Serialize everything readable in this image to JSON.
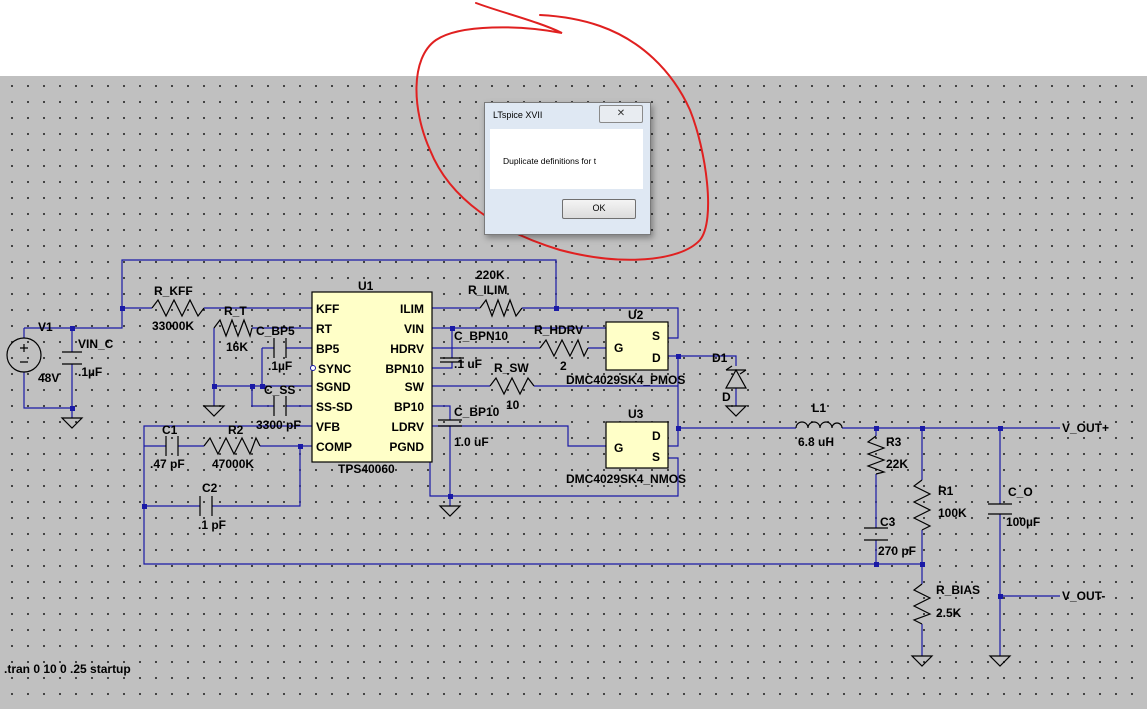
{
  "dialog": {
    "title": "LTspice XVII",
    "close_glyph": "✕",
    "message": "Duplicate definitions for t",
    "ok_label": "OK"
  },
  "directive": ".tran 0 10 0 .25 startup",
  "ic": {
    "ref": "U1",
    "part": "TPS40060",
    "pins_left": [
      "KFF",
      "RT",
      "BP5",
      "SYNC",
      "SGND",
      "SS-SD",
      "VFB",
      "COMP"
    ],
    "pins_right": [
      "ILIM",
      "VIN",
      "HDRV",
      "BPN10",
      "SW",
      "BP10",
      "LDRV",
      "PGND"
    ]
  },
  "u2": {
    "ref": "U2",
    "part": "DMC4029SK4_PMOS",
    "g": "G",
    "s": "S",
    "d": "D"
  },
  "u3": {
    "ref": "U3",
    "part": "DMC4029SK4_NMOS",
    "g": "G",
    "d": "D",
    "s": "S"
  },
  "labels": {
    "v1": "V1",
    "v1_val": "48V",
    "vin_c": "VIN_C",
    "vin_c_val": ".1µF",
    "r_kff": "R_KFF",
    "r_kff_val": "33000K",
    "r_t": "R_T",
    "r_t_val": "16K",
    "c_bp5": "C_BP5",
    "c_bp5_val": ".1µF",
    "c_ss": "C_SS",
    "c_ss_val": "3300 pF",
    "r_ilim_val": "220K",
    "r_ilim": "R_ILIM",
    "c_bpn10": "C_BPN10",
    "c_bpn10_val": ".1 uF",
    "r_hdrv": "R_HDRV",
    "r_hdrv_val": "2",
    "r_sw": "R_SW",
    "r_sw_val": "10",
    "c_bp10": "C_BP10",
    "c_bp10_val": "1.0 uF",
    "d1": "D1",
    "d1_val": "D",
    "l1": "L1",
    "l1_val": "6.8 uH",
    "r3": "R3",
    "r3_val": "22K",
    "r1": "R1",
    "r1_val": "100K",
    "c3": "C3",
    "c3_val": "270 pF",
    "r_bias": "R_BIAS",
    "r_bias_val": "2.5K",
    "c_o": "C_O",
    "c_o_val": "100µF",
    "c1": "C1",
    "c1_val": ".47 pF",
    "r2": "R2",
    "r2_val": "47000K",
    "c2": "C2",
    "c2_val": ".1 pF",
    "vout_p": "V_OUT+",
    "vout_m": "V_OUT-"
  },
  "colors": {
    "wire": "#1a1aa6",
    "canvas": "#c0c0c0",
    "component_fill": "#ffffc8",
    "annotation": "#e02020"
  }
}
